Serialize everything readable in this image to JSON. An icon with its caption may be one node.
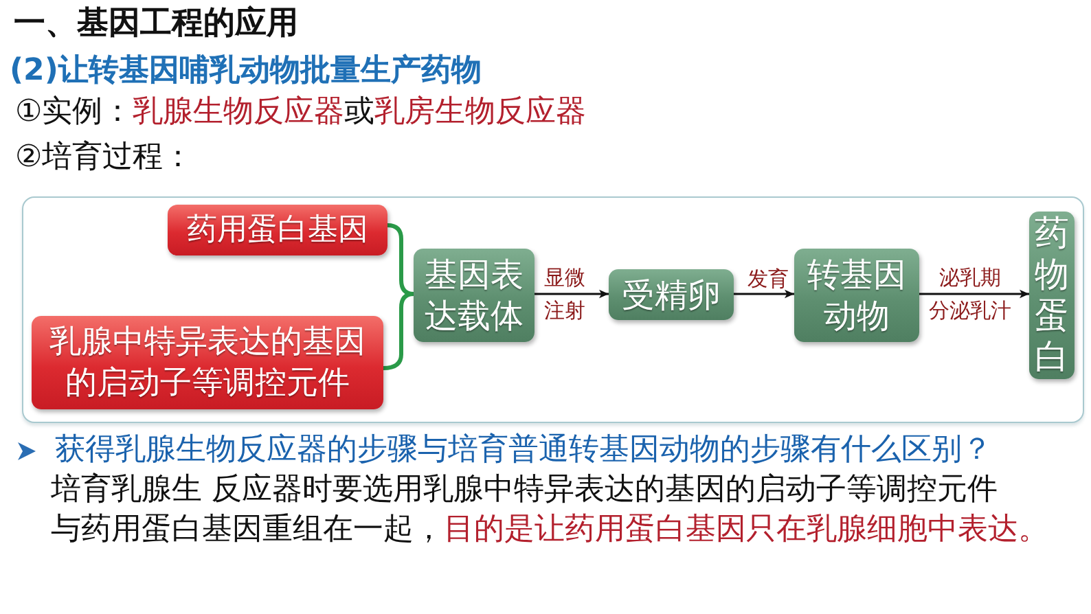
{
  "diagram": {
    "title": "一、基因工程的应用",
    "nodes": [
      {
        "text": [],
        "shape": "box"
      },
      {
        "text": [
          "药用蛋白基因"
        ],
        "in": 0
      },
      {
        "text": [
          "乳腺中特异表达的基因的启动子等调控元件"
        ],
        "in": 0
      },
      {
        "text": [
          "基因表达载体"
        ],
        "in": 0
      },
      {
        "text": [
          "受精卵"
        ],
        "in": 0
      },
      {
        "text": [
          "转基因动物"
        ],
        "in": 0
      },
      {
        "text": [
          "药物蛋白"
        ],
        "in": 0
      }
    ],
    "edges": [
      {
        "from": 1,
        "to": 3,
        "arrow": "none",
        "style": "thick",
        "color": "#2a9a48"
      },
      {
        "from": 2,
        "to": 3,
        "arrow": "none",
        "style": "thick",
        "color": "#2a9a48"
      },
      {
        "from": 3,
        "to": 4,
        "arrow": "to",
        "label": "显微注射"
      },
      {
        "from": 4,
        "to": 5,
        "arrow": "to",
        "label": "发育"
      },
      {
        "from": 5,
        "to": 6,
        "arrow": "to",
        "label": "泌乳期分泌乳汁"
      }
    ],
    "labels": [
      "(2)让转基因哺乳动物批量生产药物",
      "①实例：",
      "乳腺生物反应器",
      "或",
      "乳房生物反应器",
      "②培育过程：",
      "获得乳腺生物反应器的步骤与培育普通转基因动物的步骤有什么区别？",
      "培育乳腺生 反应器时要选用乳腺中特异表达的基因的启动子等调控元件",
      "与药用蛋白基因重组在一起，",
      "目的是让药用蛋白基因只在乳腺细胞中表达。"
    ]
  }
}
